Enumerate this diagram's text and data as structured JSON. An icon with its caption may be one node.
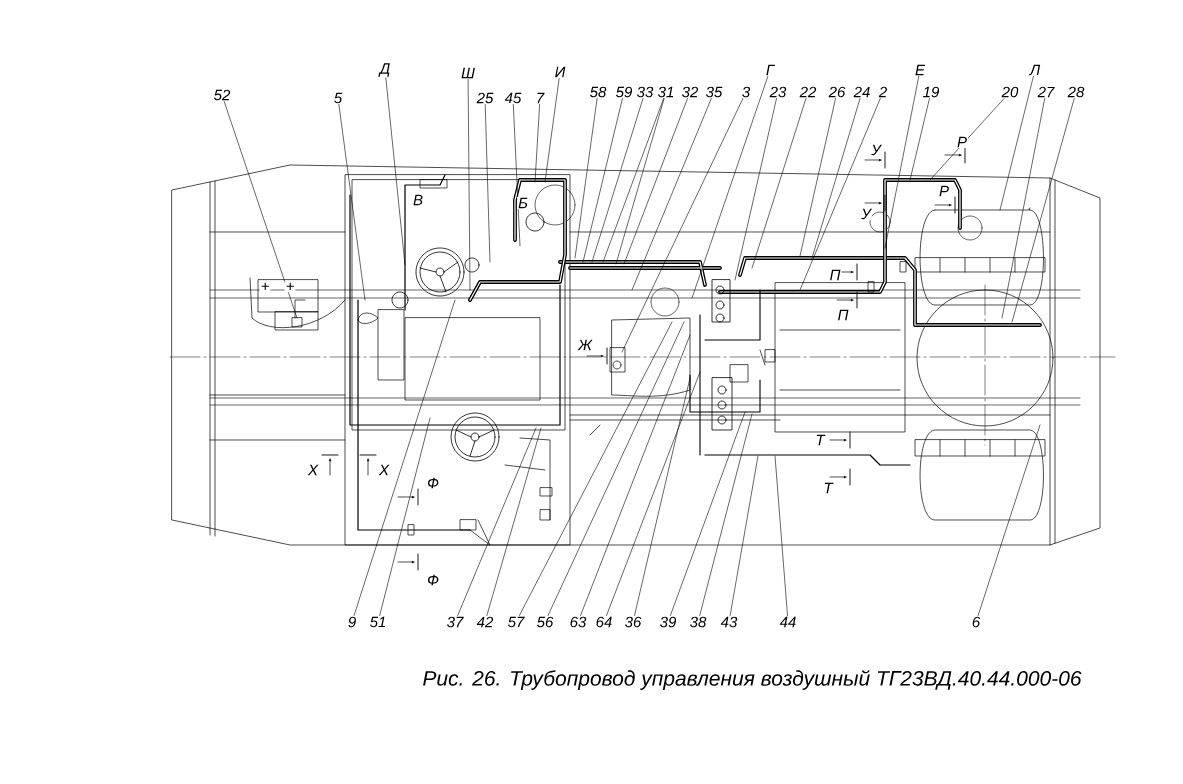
{
  "diagram": {
    "caption": "Рис. 26. Трубопровод управления  воздушный ТГ23ВД.40.44.000-06",
    "nodes": [
      {
        "text": [
          "52"
        ]
      },
      {
        "text": [
          "5"
        ]
      },
      {
        "text": [
          "Д"
        ]
      },
      {
        "text": [
          "Ш"
        ]
      },
      {
        "text": [
          "25"
        ]
      },
      {
        "text": [
          "45"
        ]
      },
      {
        "text": [
          "7"
        ]
      },
      {
        "text": [
          "И"
        ]
      },
      {
        "text": [
          "58"
        ]
      },
      {
        "text": [
          "59"
        ]
      },
      {
        "text": [
          "33"
        ]
      },
      {
        "text": [
          "31"
        ]
      },
      {
        "text": [
          "32"
        ]
      },
      {
        "text": [
          "35"
        ]
      },
      {
        "text": [
          "3"
        ]
      },
      {
        "text": [
          "Г"
        ]
      },
      {
        "text": [
          "23"
        ]
      },
      {
        "text": [
          "22"
        ]
      },
      {
        "text": [
          "26"
        ]
      },
      {
        "text": [
          "24"
        ]
      },
      {
        "text": [
          "2"
        ]
      },
      {
        "text": [
          "Е"
        ]
      },
      {
        "text": [
          "19"
        ]
      },
      {
        "text": [
          "20"
        ]
      },
      {
        "text": [
          "Л"
        ]
      },
      {
        "text": [
          "27"
        ]
      },
      {
        "text": [
          "28"
        ]
      },
      {
        "text": [
          "9"
        ]
      },
      {
        "text": [
          "51"
        ]
      },
      {
        "text": [
          "37"
        ]
      },
      {
        "text": [
          "42"
        ]
      },
      {
        "text": [
          "57"
        ]
      },
      {
        "text": [
          "56"
        ]
      },
      {
        "text": [
          "63"
        ]
      },
      {
        "text": [
          "64"
        ]
      },
      {
        "text": [
          "36"
        ]
      },
      {
        "text": [
          "39"
        ]
      },
      {
        "text": [
          "38"
        ]
      },
      {
        "text": [
          "43"
        ]
      },
      {
        "text": [
          "44"
        ]
      },
      {
        "text": [
          "6"
        ]
      }
    ],
    "edges": [
      {
        "from": 0,
        "to": null,
        "arrow": "none"
      },
      {
        "from": 1,
        "to": null,
        "arrow": "none"
      },
      {
        "from": 2,
        "to": null,
        "arrow": "none"
      },
      {
        "from": 3,
        "to": null,
        "arrow": "none"
      },
      {
        "from": 4,
        "to": null,
        "arrow": "none"
      },
      {
        "from": 5,
        "to": null,
        "arrow": "none"
      },
      {
        "from": 6,
        "to": null,
        "arrow": "none"
      },
      {
        "from": 7,
        "to": null,
        "arrow": "none"
      },
      {
        "from": 8,
        "to": null,
        "arrow": "none"
      },
      {
        "from": 9,
        "to": null,
        "arrow": "none"
      },
      {
        "from": 10,
        "to": null,
        "arrow": "none"
      },
      {
        "from": 11,
        "to": null,
        "arrow": "none"
      },
      {
        "from": 11,
        "to": null,
        "arrow": "none"
      },
      {
        "from": 12,
        "to": null,
        "arrow": "none"
      },
      {
        "from": 13,
        "to": null,
        "arrow": "none"
      },
      {
        "from": 14,
        "to": null,
        "arrow": "none"
      },
      {
        "from": 15,
        "to": null,
        "arrow": "none"
      },
      {
        "from": 16,
        "to": null,
        "arrow": "none"
      },
      {
        "from": 17,
        "to": null,
        "arrow": "none"
      },
      {
        "from": 18,
        "to": null,
        "arrow": "none"
      },
      {
        "from": 19,
        "to": null,
        "arrow": "none"
      },
      {
        "from": 20,
        "to": null,
        "arrow": "none"
      },
      {
        "from": 21,
        "to": null,
        "arrow": "none"
      },
      {
        "from": 22,
        "to": null,
        "arrow": "none"
      },
      {
        "from": 23,
        "to": null,
        "arrow": "none"
      },
      {
        "from": 24,
        "to": null,
        "arrow": "none"
      },
      {
        "from": 25,
        "to": null,
        "arrow": "none"
      },
      {
        "from": 26,
        "to": null,
        "arrow": "none"
      },
      {
        "from": 27,
        "to": null,
        "arrow": "none"
      },
      {
        "from": 28,
        "to": null,
        "arrow": "none"
      },
      {
        "from": 29,
        "to": null,
        "arrow": "none"
      },
      {
        "from": 30,
        "to": null,
        "arrow": "none"
      },
      {
        "from": 31,
        "to": null,
        "arrow": "none"
      },
      {
        "from": 32,
        "to": null,
        "arrow": "none"
      },
      {
        "from": 33,
        "to": null,
        "arrow": "none"
      },
      {
        "from": 34,
        "to": null,
        "arrow": "none"
      },
      {
        "from": 35,
        "to": null,
        "arrow": "none"
      },
      {
        "from": 36,
        "to": null,
        "arrow": "none"
      },
      {
        "from": 37,
        "to": null,
        "arrow": "none"
      },
      {
        "from": 38,
        "to": null,
        "arrow": "none"
      },
      {
        "from": 39,
        "to": null,
        "arrow": "none"
      },
      {
        "from": 40,
        "to": null,
        "arrow": "none"
      }
    ],
    "labels": [
      "У",
      "Р",
      "В",
      "Б",
      "Р",
      "У",
      "П",
      "П",
      "+",
      "+",
      "Ж",
      "Т",
      "Х",
      "Х",
      "Ф",
      "Т",
      "Ф"
    ]
  }
}
